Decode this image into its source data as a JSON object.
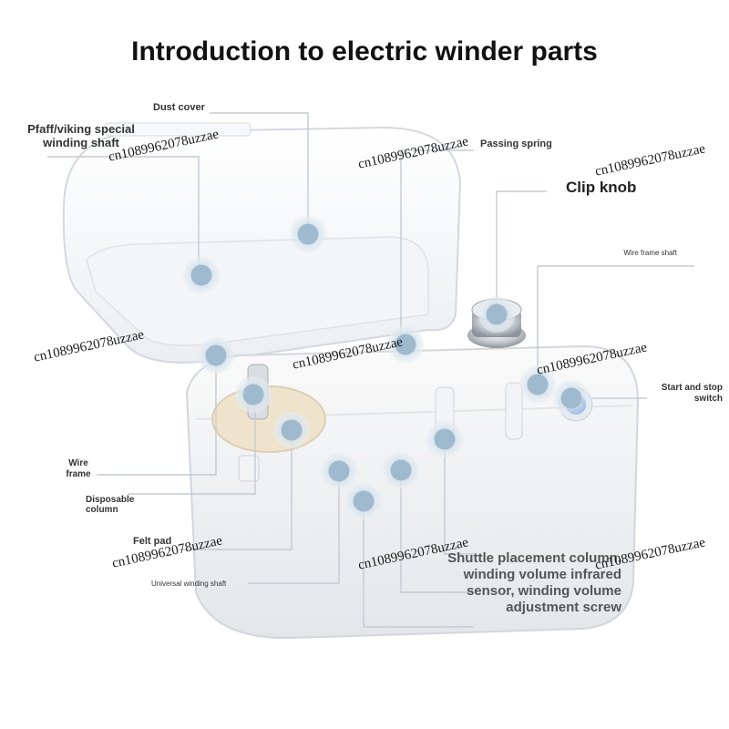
{
  "title": "Introduction to electric winder parts",
  "labels": {
    "dust_cover": "Dust cover",
    "pfaff_shaft": "Pfaff/viking special winding shaft",
    "passing_spring": "Passing spring",
    "clip_knob": "Clip knob",
    "wire_frame_shaft": "Wire frame shaft",
    "start_stop_switch": "Start and stop switch",
    "wire_frame": "Wire frame",
    "disposable_column": "Disposable column",
    "felt_pad": "Felt pad",
    "universal_shaft": "Universal winding shaft",
    "shuttle_column": "Shuttle placement column, winding volume infrared sensor, winding volume adjustment screw"
  },
  "watermark": "cn1089962078uzzae",
  "colors": {
    "marker": "#9fb9cf",
    "switch_blue": "#3b78d8",
    "felt": "#efe3cc"
  }
}
